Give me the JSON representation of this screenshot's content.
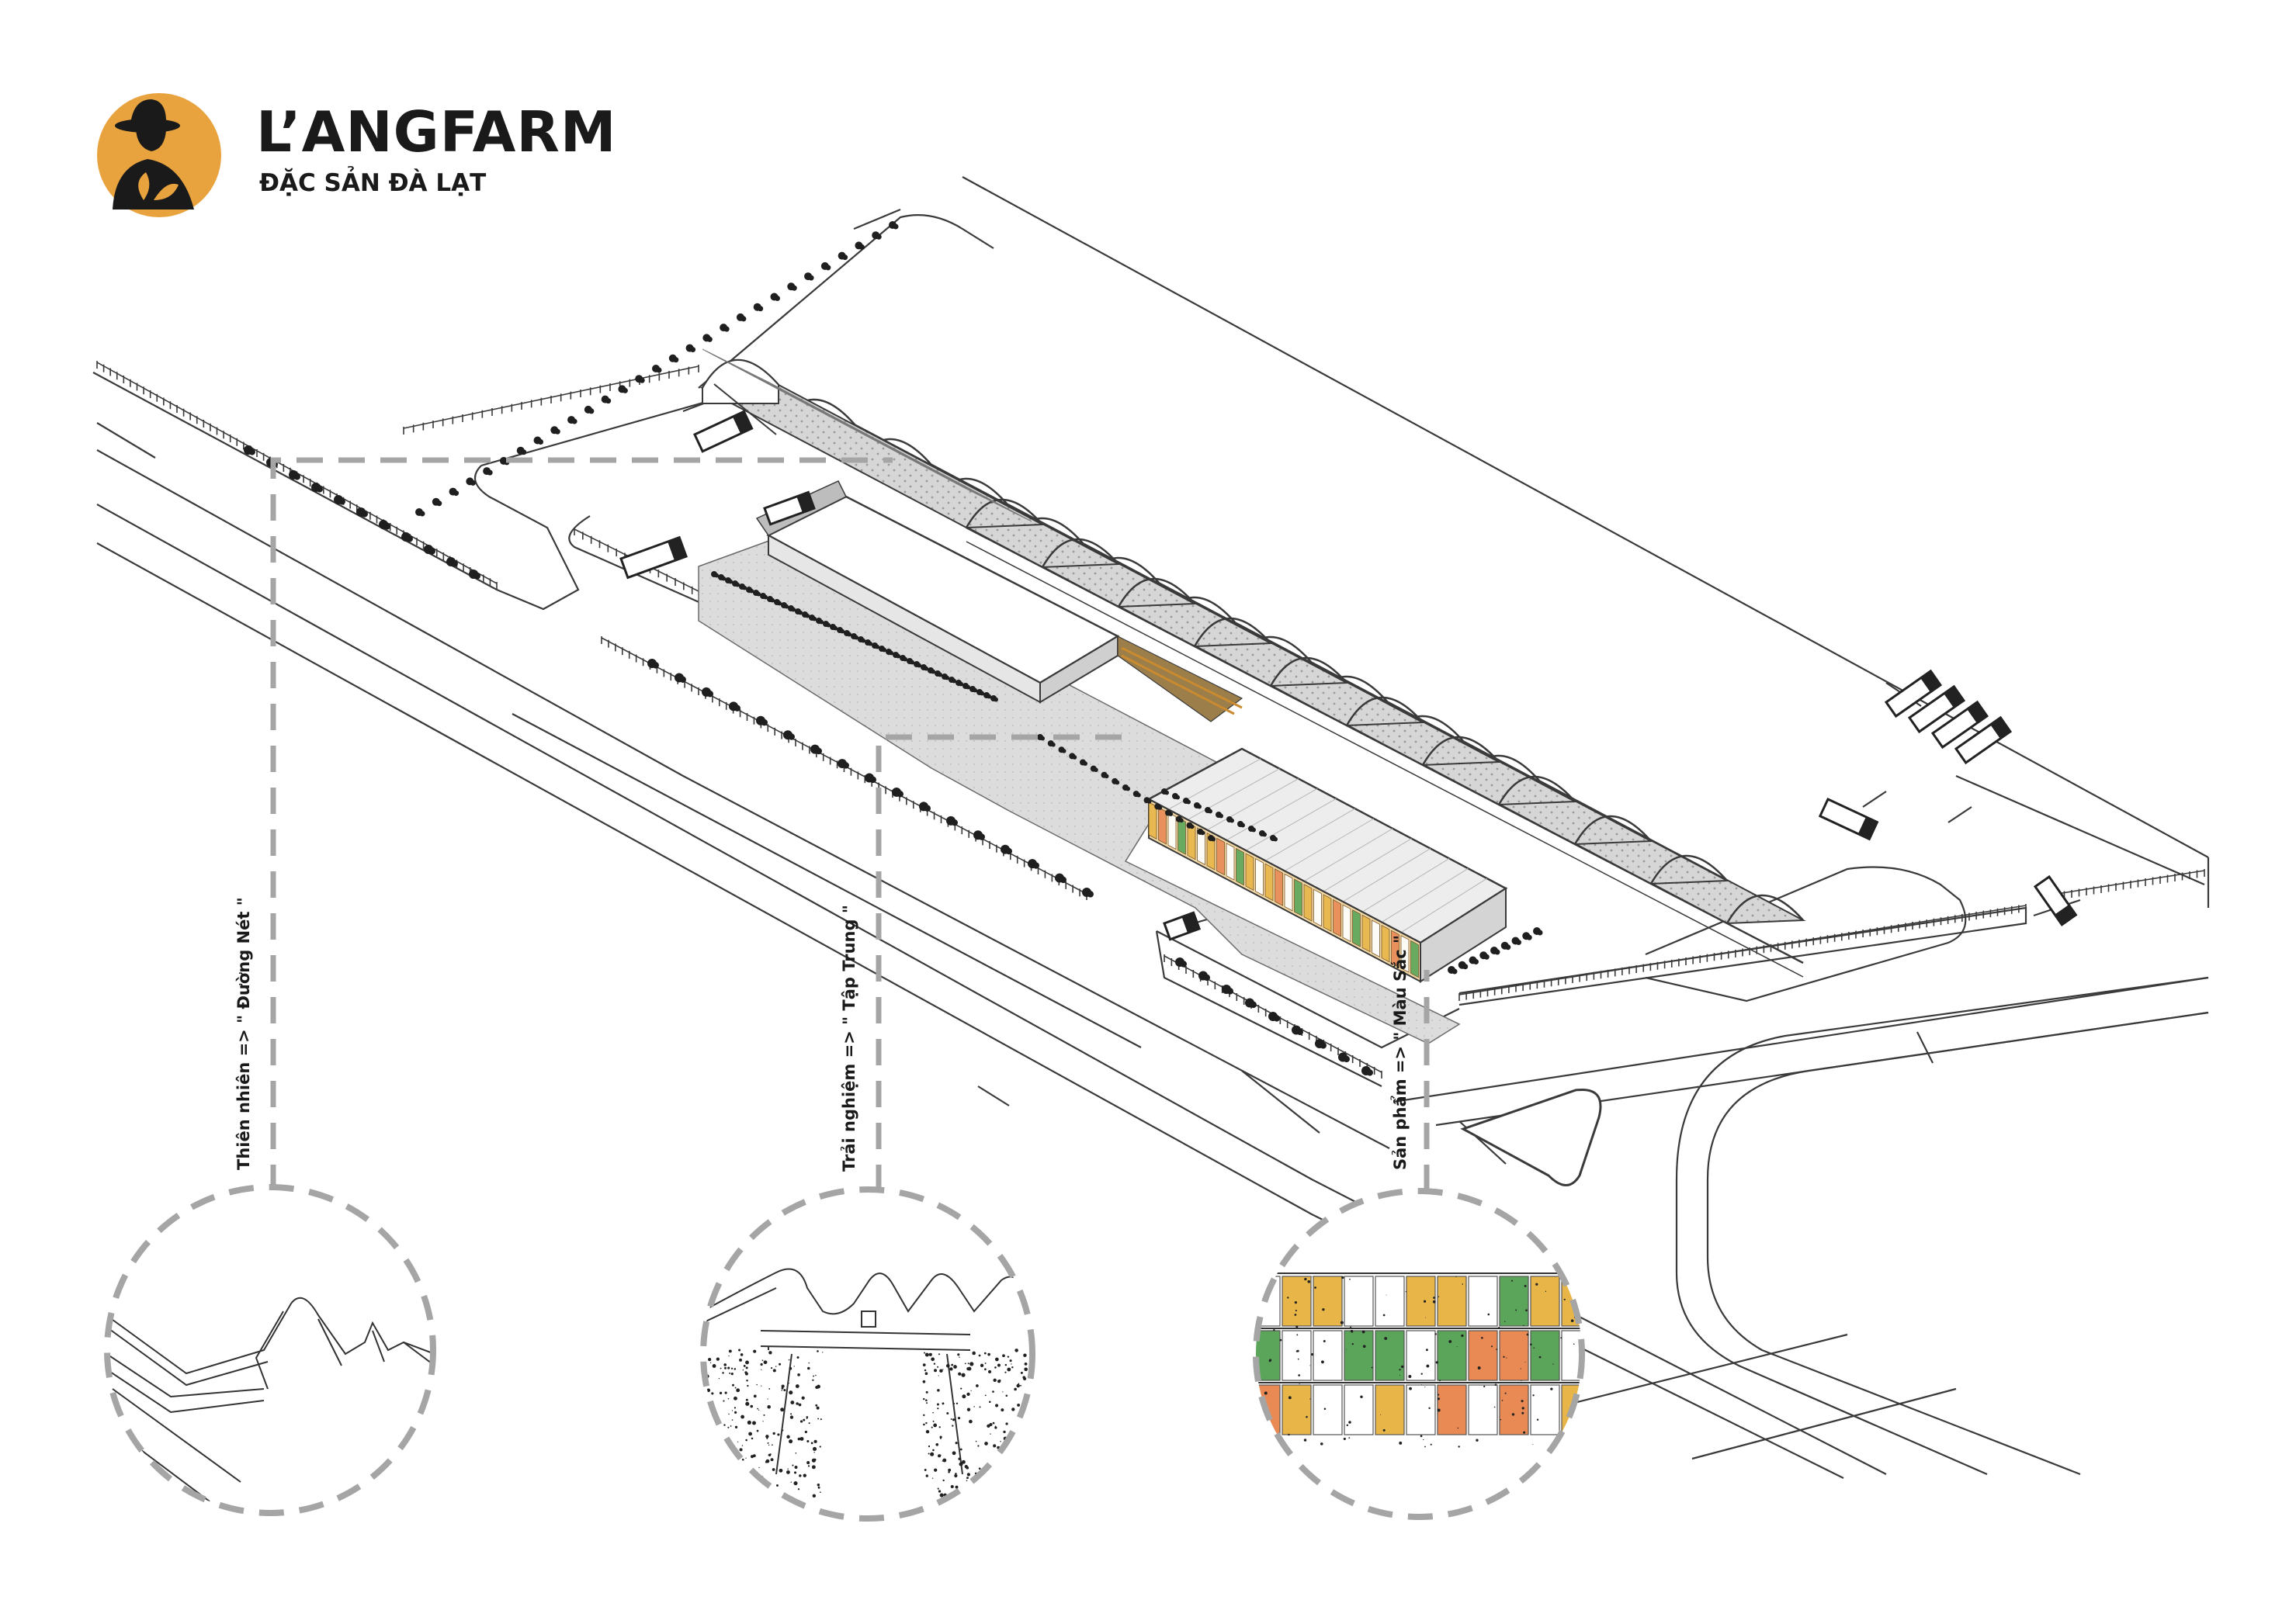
{
  "brand": {
    "name": "L’ANGFARM",
    "tagline": "ĐẶC SẢN ĐÀ LẠT",
    "logo_color": "#E9A33E"
  },
  "concepts": [
    {
      "label": "Thiên nhiên => \" Đường Nét \""
    },
    {
      "label": "Trải nghiệm => \" Tập Trung \""
    },
    {
      "label": "Sản phẩm => \" Màu Sắc \""
    }
  ],
  "colors": {
    "facade_yellow": "#E8B648",
    "facade_green": "#5BA55A",
    "facade_orange": "#E98A55",
    "roof_gray": "#D6D6D6",
    "dash_gray": "#A5A5A5",
    "line": "#3A3A3A"
  }
}
